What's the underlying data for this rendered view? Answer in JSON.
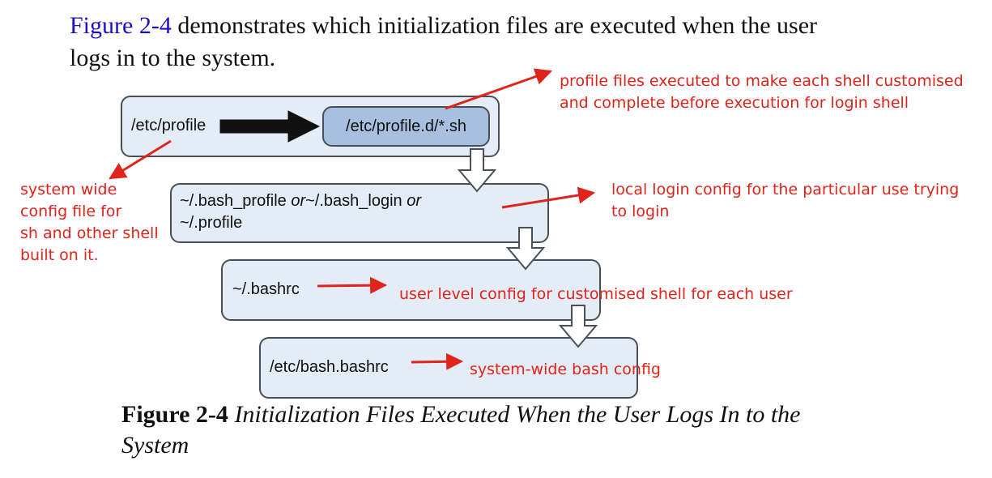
{
  "intro": {
    "figure_ref": "Figure 2-4",
    "text_line1": " demonstrates which initialization files are executed when the user",
    "text_line2": "logs in to the system."
  },
  "boxes": {
    "etc_profile": "/etc/profile",
    "profile_d": "/etc/profile.d/*.sh",
    "bash_profile_a": "~/.bash_profile",
    "or_1": "or",
    "bash_login": "~/.bash_login",
    "or_2": "or",
    "profile": "~/.profile",
    "bashrc": "~/.bashrc",
    "bash_bashrc": "/etc/bash.bashrc"
  },
  "notes": {
    "profile_files_line1": "profile files executed to make each shell customised",
    "profile_files_line2": "and complete before execution for login shell",
    "system_wide_line1": "system wide",
    "system_wide_line2": "config file for",
    "system_wide_line3": "sh and other shell",
    "system_wide_line4": "built on it.",
    "local_login_line1": "local login config for the particular use trying",
    "local_login_line2": "to login",
    "user_level": "user level config for customised shell for each user",
    "system_bash": "system-wide bash config"
  },
  "caption": {
    "label": "Figure 2-4",
    "title_line1": "Initialization Files Executed When the User Logs In to the",
    "title_line2": "System"
  },
  "colors": {
    "annotation": "#e0241b",
    "link": "#1a0dcc",
    "box_fill": "#e4ecf6",
    "inner_box_fill": "#a9bfe0"
  }
}
